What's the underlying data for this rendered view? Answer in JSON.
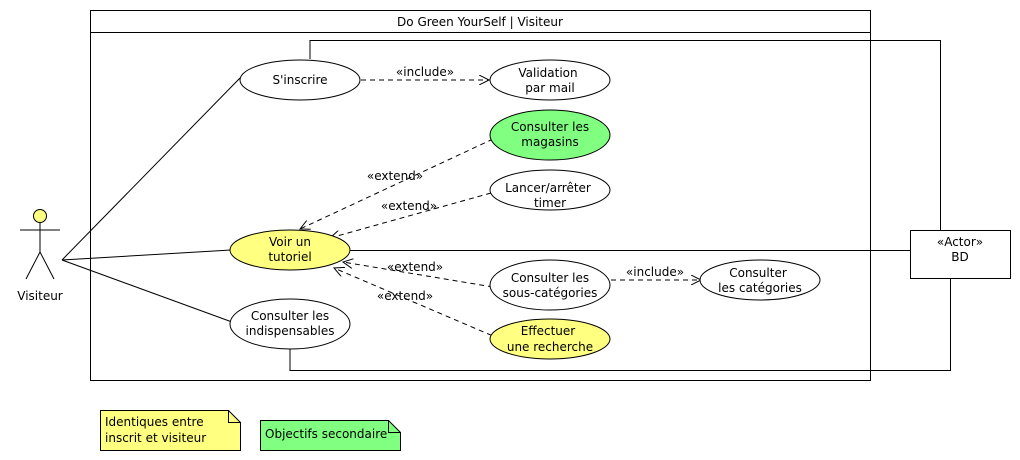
{
  "system": {
    "title": "Do Green YourSelf | Visiteur"
  },
  "actors": {
    "visiteur": {
      "label": "Visiteur"
    },
    "bd": {
      "stereotype": "«Actor»",
      "label": "BD"
    }
  },
  "use_cases": {
    "sinscrire": {
      "lines": [
        "S'inscrire"
      ],
      "color": "#ffffff"
    },
    "validation": {
      "lines": [
        "Validation",
        "par mail"
      ],
      "color": "#ffffff"
    },
    "magasins": {
      "lines": [
        "Consulter les",
        "magasins"
      ],
      "color": "#80ff80"
    },
    "timer": {
      "lines": [
        "Lancer/arrêter",
        "timer"
      ],
      "color": "#ffffff"
    },
    "tutoriel": {
      "lines": [
        "Voir un",
        "tutoriel"
      ],
      "color": "#ffff80"
    },
    "sous_categories": {
      "lines": [
        "Consulter les",
        "sous-catégories"
      ],
      "color": "#ffffff"
    },
    "categories": {
      "lines": [
        "Consulter",
        "les catégories"
      ],
      "color": "#ffffff"
    },
    "indispensables": {
      "lines": [
        "Consulter les",
        "indispensables"
      ],
      "color": "#ffffff"
    },
    "recherche": {
      "lines": [
        "Effectuer",
        "une recherche"
      ],
      "color": "#ffff80"
    }
  },
  "relation_labels": {
    "include": "«include»",
    "extend": "«extend»"
  },
  "notes": {
    "identiques": {
      "lines": [
        "Identiques entre",
        "inscrit et visiteur"
      ],
      "color": "#ffff80"
    },
    "secondaires": {
      "lines": [
        "Objectifs secondaire"
      ],
      "color": "#80ff80"
    }
  },
  "colors": {
    "actor_head": "#ffff80"
  }
}
